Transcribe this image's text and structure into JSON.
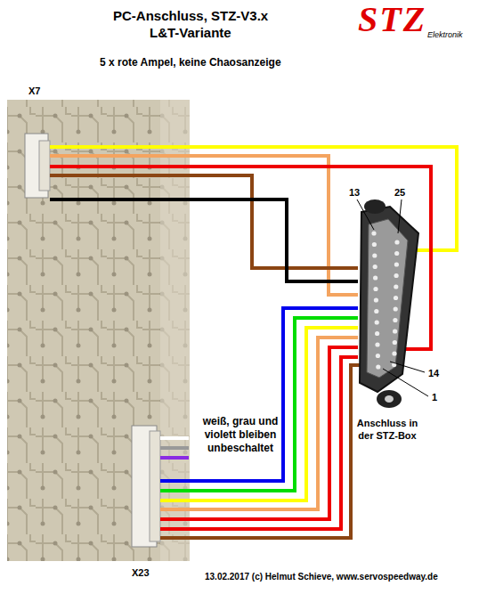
{
  "diagram": {
    "title": "PC-Anschluss, STZ-V3.x",
    "labels": [
      "L&T-Variante",
      "5 x rote Ampel, keine Chaosanzeige",
      "STZ",
      "Elektronik",
      "X7",
      "13",
      "25",
      "14",
      "1",
      "weiß, grau und violett bleiben unbeschaltet",
      "Anschluss in der STZ-Box",
      "X23",
      "13.02.2017 (c) Helmut Schieve, www.servospeedway.de"
    ]
  }
}
